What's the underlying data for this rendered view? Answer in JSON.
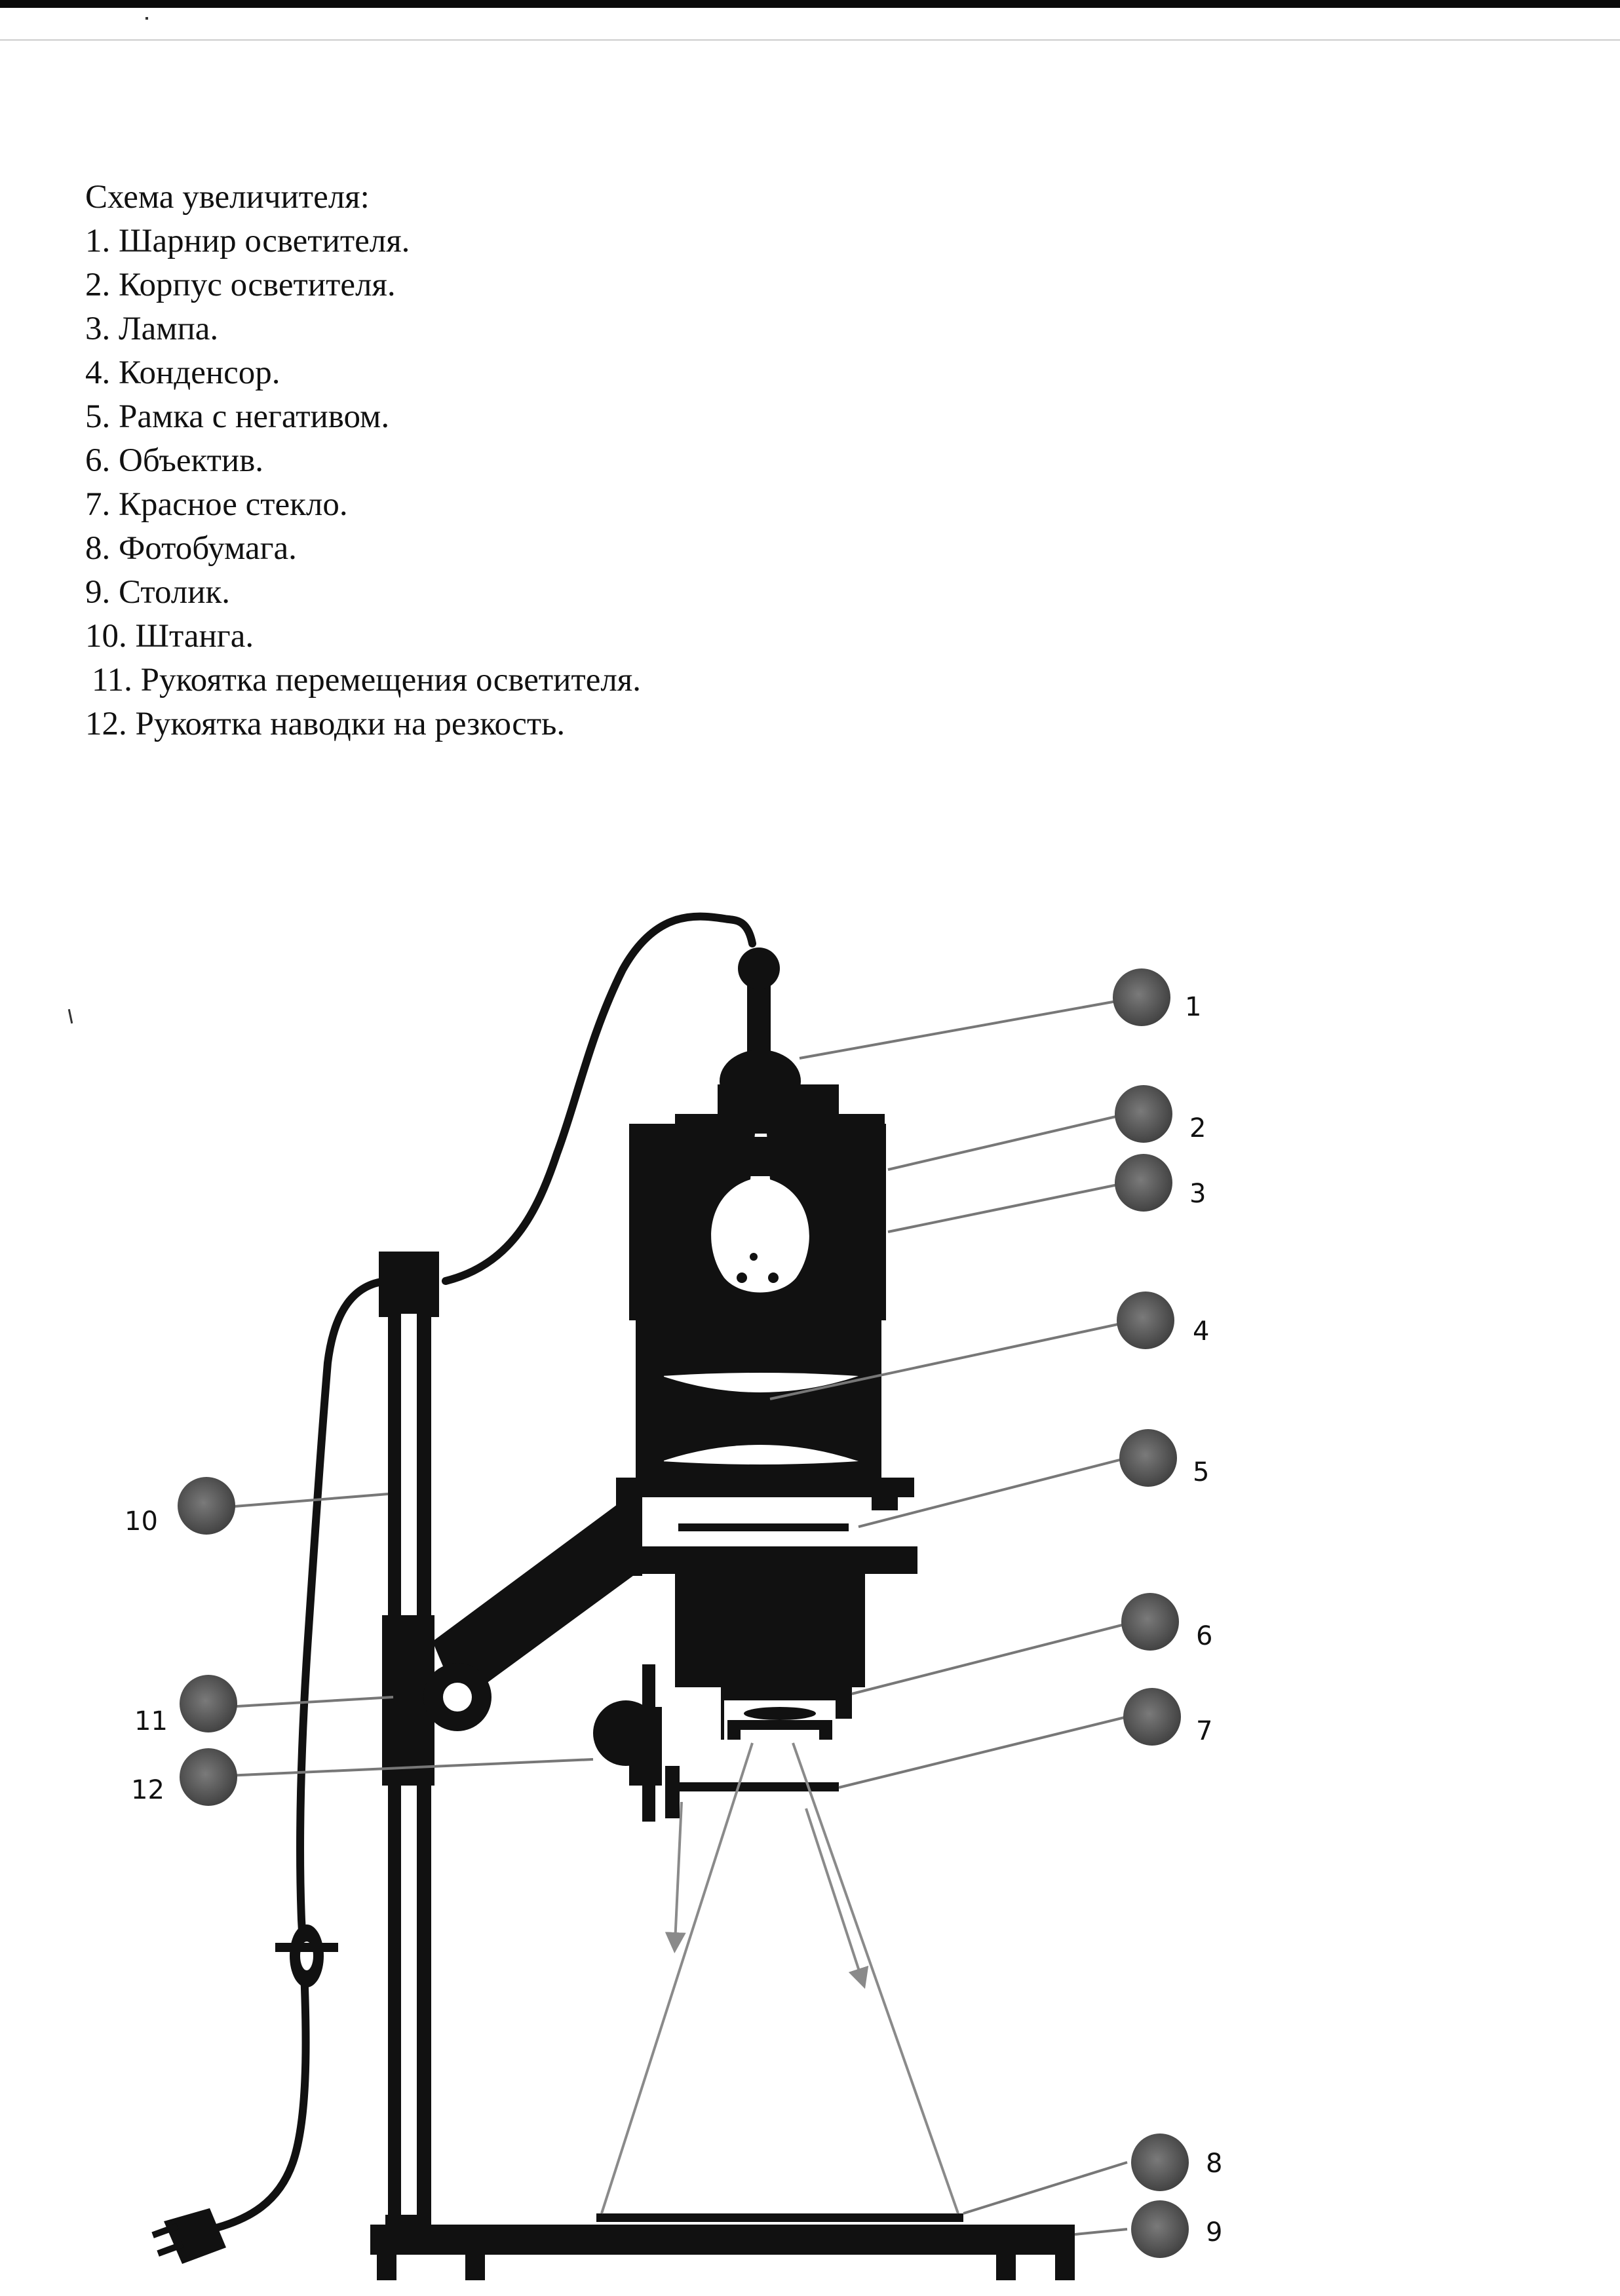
{
  "legend": {
    "title": "Схема увеличителя:",
    "items": [
      "1. Шарнир осветителя.",
      "2. Корпус осветителя.",
      "3. Лампа.",
      "4. Конденсор.",
      "5. Рамка с негативом.",
      "6. Объектив.",
      "7. Красное стекло.",
      "8. Фотобумага.",
      "9. Столик.",
      "10. Штанга.",
      " 11. Рукоятка перемещения осветителя.",
      "12. Рукоятка наводки на резкость."
    ]
  },
  "callouts": {
    "c1": "1",
    "c2": "2",
    "c3": "3",
    "c4": "4",
    "c5": "5",
    "c6": "6",
    "c7": "7",
    "c8": "8",
    "c9": "9",
    "c10": "10",
    "c11": "11",
    "c12": "12"
  },
  "colors": {
    "ink": "#111111",
    "callout_dot": "#555555",
    "leader_line": "#777777",
    "light_ray": "#8a8a8a"
  }
}
